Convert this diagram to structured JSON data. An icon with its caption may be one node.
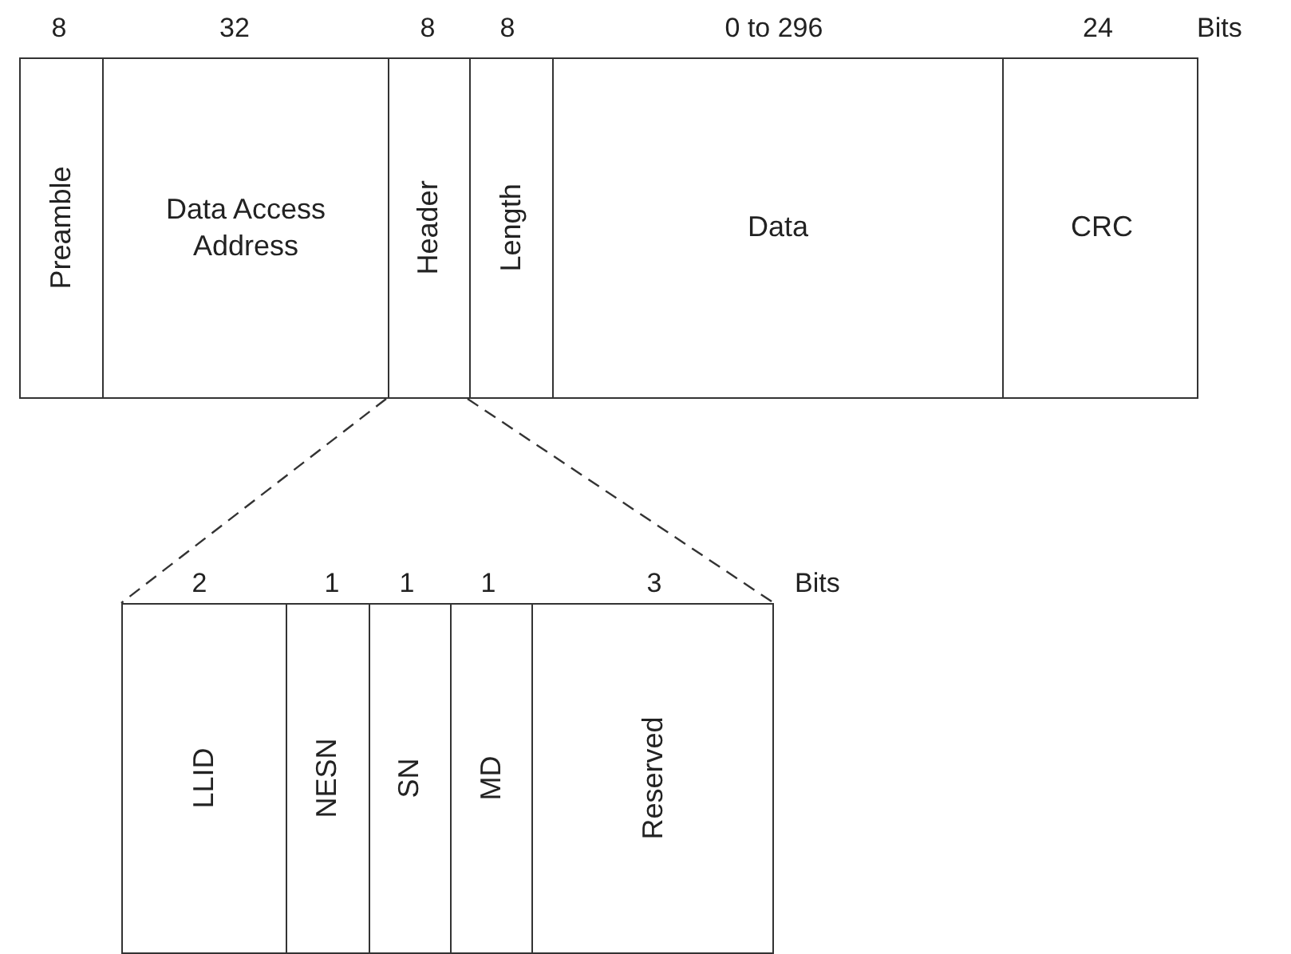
{
  "diagram": {
    "nodes": [
      {
        "text": [],
        "shape": "box"
      },
      {
        "text": [
          "Preamble"
        ],
        "in": 0
      },
      {
        "text": [
          "Data Access Address"
        ],
        "in": 0
      },
      {
        "text": [
          "Header"
        ],
        "in": 0
      },
      {
        "text": [
          "Length"
        ],
        "in": 0
      },
      {
        "text": [
          "Data"
        ],
        "in": 0
      },
      {
        "text": [
          "CRC"
        ],
        "in": 0
      },
      {
        "text": [],
        "shape": "box"
      },
      {
        "text": [
          "LLID"
        ],
        "in": 7
      },
      {
        "text": [
          "NESN"
        ],
        "in": 7
      },
      {
        "text": [
          "SN"
        ],
        "in": 7
      },
      {
        "text": [
          "MD"
        ],
        "in": 7
      },
      {
        "text": [
          "Reserved"
        ],
        "in": 7
      }
    ],
    "edges": [
      {
        "from": 3,
        "to": 7,
        "arrow": "none",
        "style": "dashed"
      },
      {
        "from": 3,
        "to": 7,
        "arrow": "none",
        "style": "dashed"
      }
    ],
    "labels": [
      "8",
      "32",
      "8",
      "8",
      "0 to 296",
      "24",
      "Bits",
      "2",
      "1",
      "1",
      "1",
      "3",
      "Bits"
    ]
  }
}
